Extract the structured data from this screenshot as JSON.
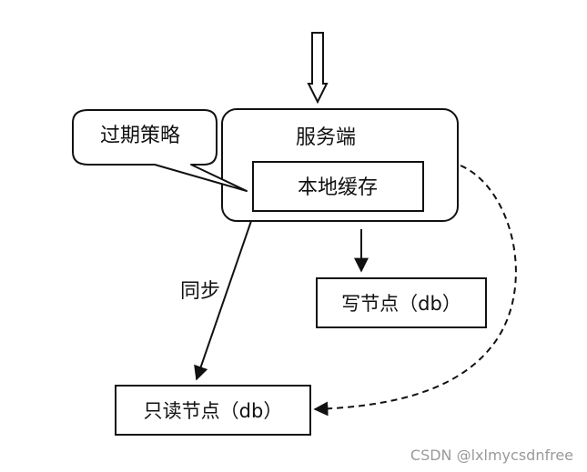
{
  "diagram": {
    "nodes": {
      "server": "服务端",
      "local_cache": "本地缓存",
      "expiry_policy": "过期策略",
      "write_node": "写节点（db）",
      "readonly_node": "只读节点（db）"
    },
    "edges": {
      "sync_label": "同步"
    },
    "colors": {
      "stroke": "#111111",
      "background": "#ffffff",
      "watermark": "#9a9a9a"
    }
  },
  "watermark": "CSDN @lxlmycsdnfree"
}
